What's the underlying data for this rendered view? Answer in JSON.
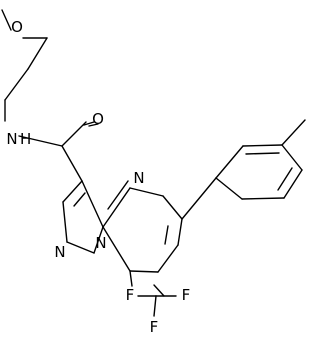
{
  "structure": {
    "atoms": [
      "O",
      "N",
      "H",
      "O",
      "N",
      "N",
      "N",
      "F",
      "F",
      "F"
    ]
  },
  "style": {
    "line_color": "#000000",
    "background": "#ffffff"
  }
}
